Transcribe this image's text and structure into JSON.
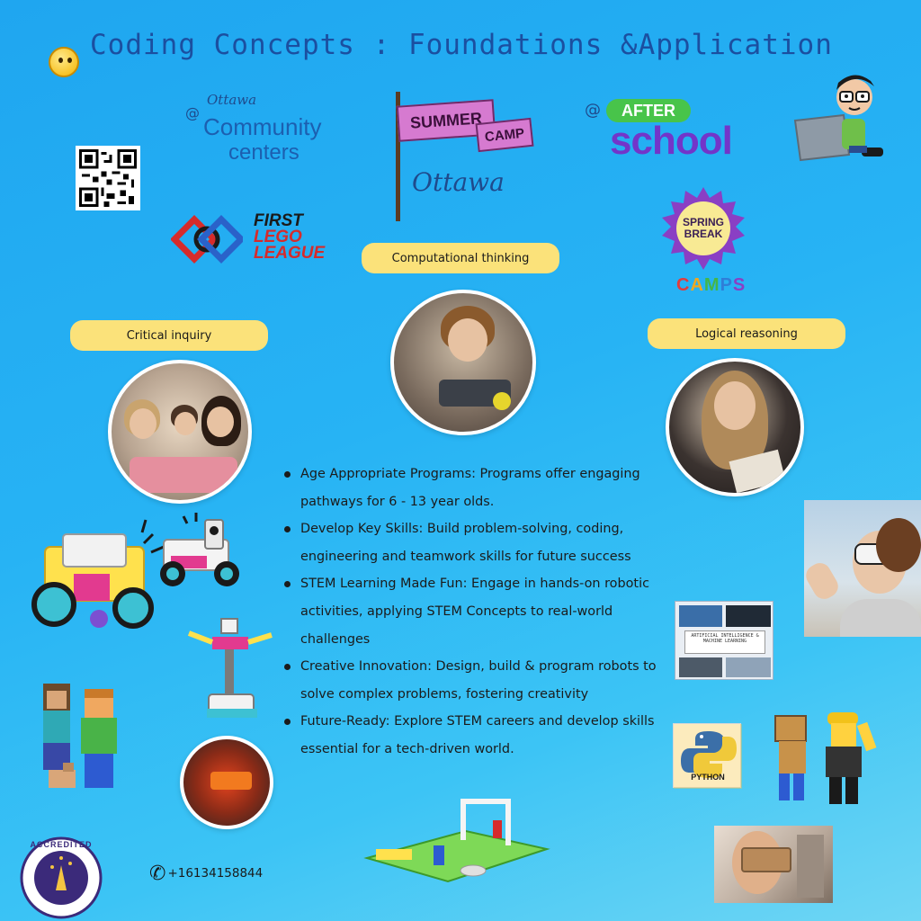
{
  "title": "Coding Concepts : Foundations &Application",
  "logos": {
    "community": {
      "at": "@",
      "ottawa": "Ottawa",
      "line1": "Community",
      "line2": "centers"
    },
    "fll": {
      "first": "FIRST",
      "lego": "LEGO",
      "league": "LEAGUE"
    },
    "summer_camp": {
      "summer": "SUMMER",
      "camp": "CAMP",
      "ottawa": "Ottawa"
    },
    "after_school": {
      "at": "@",
      "after": "AFTER",
      "school": "school"
    },
    "spring_break": {
      "spring": "SPRING",
      "break": "BREAK",
      "camps": "CAMPS"
    },
    "python": "PYTHON",
    "accredited": "ACCREDITED",
    "ai_book": "ARTIFICIAL INTELLIGENCE & MACHINE LEARNING"
  },
  "pills": {
    "computational": "Computational thinking",
    "critical": "Critical inquiry",
    "logical": "Logical reasoning"
  },
  "bullets": [
    "Age Appropriate Programs: Programs offer engaging pathways for 6 - 13 year olds.",
    "Develop Key Skills:  Build problem-solving, coding, engineering and teamwork skills for future success",
    "STEM Learning Made Fun: Engage in hands-on robotic activities, applying STEM Concepts to real-world challenges",
    "Creative Innovation: Design, build & program robots to solve complex problems, fostering creativity",
    "Future-Ready: Explore STEM careers and develop skills essential for a tech-driven world."
  ],
  "contact": {
    "phone": "+16134158844"
  },
  "colors": {
    "background": "#27b3f4",
    "title": "#1b4fa0",
    "pill": "#fbe27a",
    "camps_letters": [
      "#e23b3b",
      "#f0a81e",
      "#44b649",
      "#2f7ed8",
      "#8a3fc4"
    ]
  },
  "icons": [
    "emoji-icon",
    "qr-code-icon",
    "phone-icon",
    "python-icon"
  ]
}
